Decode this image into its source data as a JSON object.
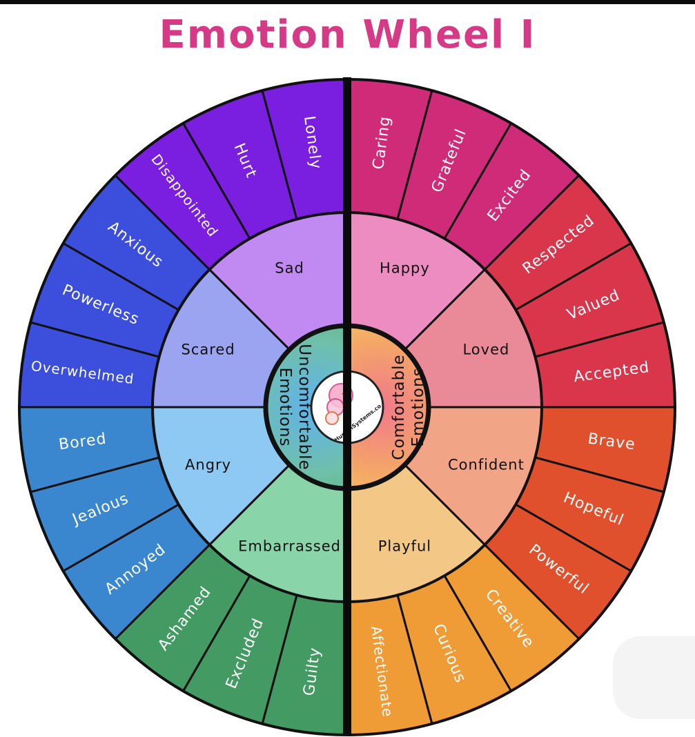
{
  "title": "Emotion Wheel I",
  "center": {
    "left_label": [
      "Uncomfortable",
      "Emotions"
    ],
    "right_label": [
      "Comfortable",
      "Emotions"
    ],
    "logo_text": "HumanSystems.co"
  },
  "colors": {
    "title": "#d53a86",
    "outline": "#111111",
    "white": "#ffffff"
  },
  "middle_ring": [
    {
      "label": "Happy",
      "color": "#ec8cc0",
      "text": "#111111"
    },
    {
      "label": "Loved",
      "color": "#ea8a98",
      "text": "#111111"
    },
    {
      "label": "Confident",
      "color": "#f2a487",
      "text": "#111111"
    },
    {
      "label": "Playful",
      "color": "#f3c887",
      "text": "#111111"
    },
    {
      "label": "Embarrassed",
      "color": "#8ad4a9",
      "text": "#111111"
    },
    {
      "label": "Angry",
      "color": "#8ec9f4",
      "text": "#111111"
    },
    {
      "label": "Scared",
      "color": "#9aa4f0",
      "text": "#111111"
    },
    {
      "label": "Sad",
      "color": "#c08af2",
      "text": "#111111"
    }
  ],
  "outer_ring": [
    {
      "label": "Caring",
      "color": "#cf2b79"
    },
    {
      "label": "Grateful",
      "color": "#cf2b79"
    },
    {
      "label": "Excited",
      "color": "#cf2b79"
    },
    {
      "label": "Respected",
      "color": "#d9354b"
    },
    {
      "label": "Valued",
      "color": "#d9354b"
    },
    {
      "label": "Accepted",
      "color": "#d9354b"
    },
    {
      "label": "Brave",
      "color": "#e0502d"
    },
    {
      "label": "Hopeful",
      "color": "#e0502d"
    },
    {
      "label": "Powerful",
      "color": "#e0502d"
    },
    {
      "label": "Creative",
      "color": "#ef9c37"
    },
    {
      "label": "Curious",
      "color": "#ef9c37"
    },
    {
      "label": "Affectionate",
      "color": "#ef9c37"
    },
    {
      "label": "Guilty",
      "color": "#439a62"
    },
    {
      "label": "Excluded",
      "color": "#439a62"
    },
    {
      "label": "Ashamed",
      "color": "#439a62"
    },
    {
      "label": "Annoyed",
      "color": "#3a86cf"
    },
    {
      "label": "Jealous",
      "color": "#3a86cf"
    },
    {
      "label": "Bored",
      "color": "#3a86cf"
    },
    {
      "label": "Overwhelmed",
      "color": "#3b4fdc"
    },
    {
      "label": "Powerless",
      "color": "#3b4fdc"
    },
    {
      "label": "Anxious",
      "color": "#3b4fdc"
    },
    {
      "label": "Disappointed",
      "color": "#7a1fe0"
    },
    {
      "label": "Hurt",
      "color": "#7a1fe0"
    },
    {
      "label": "Lonely",
      "color": "#7a1fe0"
    }
  ]
}
